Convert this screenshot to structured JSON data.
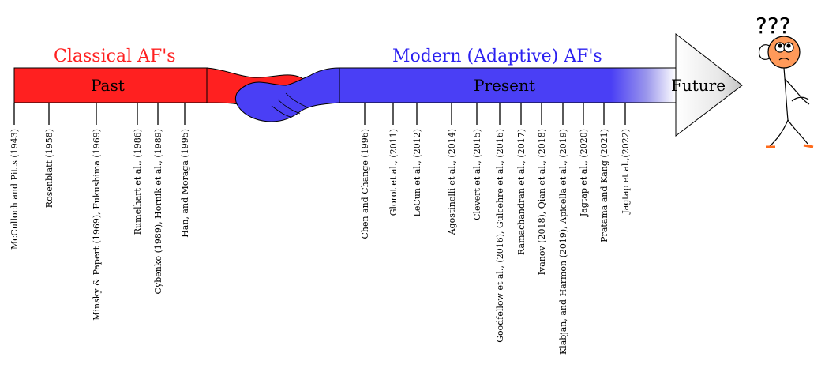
{
  "classical": {
    "title": "Classical AF's",
    "period": "Past",
    "color": "#ff2020"
  },
  "modern": {
    "title": "Modern (Adaptive) AF's",
    "period": "Present",
    "color": "#4a3ff5"
  },
  "future": {
    "label": "Future"
  },
  "thinker": {
    "marks": "???"
  },
  "classical_refs": [
    {
      "label": "McCulloch and Pitts (1943)",
      "year": 1943
    },
    {
      "label": "Rosenblatt (1958)",
      "year": 1958
    },
    {
      "label": "Minsky & Papert (1969), Fukushima (1969)",
      "year": 1969
    },
    {
      "label": "Rumelhart et al., (1986)",
      "year": 1986
    },
    {
      "label": "Cybenko (1989), Hornik et al., (1989)",
      "year": 1989
    },
    {
      "label": "Han, and Moraga (1995)",
      "year": 1995
    }
  ],
  "modern_refs": [
    {
      "label": "Chen and Change (1996)",
      "year": 1996
    },
    {
      "label": "Glorot et al., (2011)",
      "year": 2011
    },
    {
      "label": "LeCun et al., (2012)",
      "year": 2012
    },
    {
      "label": "Agostinelli et al., (2014)",
      "year": 2014
    },
    {
      "label": "Clevert et al., (2015)",
      "year": 2015
    },
    {
      "label": "Goodfellow et al., (2016), Gulcehre et al., (2016)",
      "year": 2016
    },
    {
      "label": "Ramachandran et al., (2017)",
      "year": 2017
    },
    {
      "label": "Ivanov (2018),  Qian et al., (2018)",
      "year": 2018
    },
    {
      "label": "Klabjan, and Harmon (2019), Apicella et al., (2019)",
      "year": 2019
    },
    {
      "label": "Jagtap et al., (2020)",
      "year": 2020
    },
    {
      "label": "Pratama and Kang (2021)",
      "year": 2021
    },
    {
      "label": "Jagtap et al.,(2022)",
      "year": 2022
    }
  ]
}
